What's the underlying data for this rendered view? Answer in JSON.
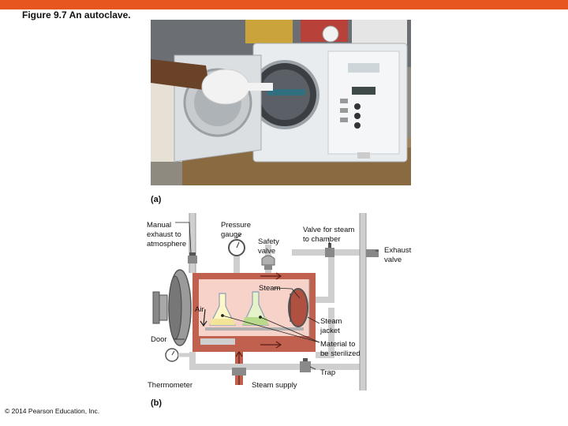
{
  "figure_title": "Figure 9.7  An autoclave.",
  "panel_a": "(a)",
  "panel_b": "(b)",
  "copyright": "© 2014 Pearson Education, Inc.",
  "labels": {
    "manual_exhaust": "Manual\nexhaust to\natmosphere",
    "pressure_gauge": "Pressure\ngauge",
    "safety_valve": "Safety\nvalve",
    "valve_for_steam": "Valve for steam\nto chamber",
    "exhaust_valve": "Exhaust\nvalve",
    "steam": "Steam",
    "air": "Air",
    "steam_jacket": "Steam\njacket",
    "door": "Door",
    "material": "Material to\nbe sterilized",
    "trap": "Trap",
    "thermometer": "Thermometer",
    "steam_supply": "Steam supply"
  },
  "colors": {
    "accent_bar": "#e8561f",
    "steam": "#c0614f",
    "chamber": "#f6d2c8",
    "pipe": "#cfcfcf"
  }
}
